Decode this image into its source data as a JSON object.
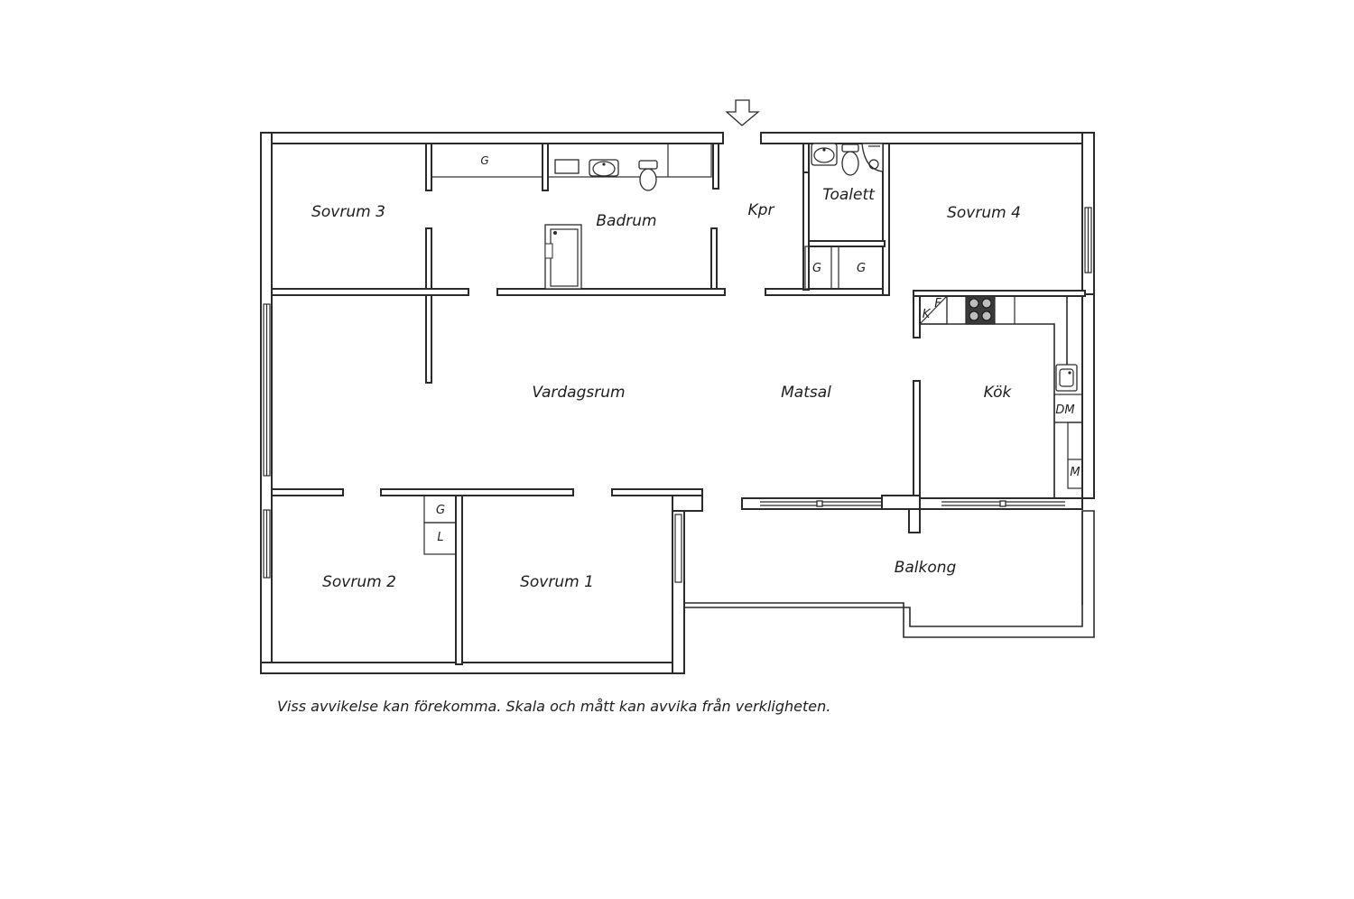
{
  "rooms": {
    "sovrum3": "Sovrum 3",
    "badrum": "Badrum",
    "kpr": "Kpr",
    "toalett": "Toalett",
    "sovrum4": "Sovrum 4",
    "vardagsrum": "Vardagsrum",
    "matsal": "Matsal",
    "kok": "Kök",
    "sovrum2": "Sovrum 2",
    "sovrum1": "Sovrum 1",
    "balkong": "Balkong"
  },
  "fixtures": {
    "g_top": "G",
    "g_hall_left": "G",
    "g_hall_right": "G",
    "g_sovrum2": "G",
    "l_sovrum2": "L",
    "f_kitchen": "F",
    "k_kitchen": "K",
    "dm_kitchen": "DM",
    "m_kitchen": "M"
  },
  "icons": {
    "entrance": "entrance-arrow-icon",
    "door": "front-door-icon",
    "sink": "sink-icon",
    "toilet": "toilet-icon",
    "shower": "shower-icon",
    "stove": "stove-icon",
    "kitchen_sink": "kitchen-sink-icon"
  },
  "disclaimer": "Viss avvikelse kan förekomma. Skala och mått kan avvika från verkligheten."
}
